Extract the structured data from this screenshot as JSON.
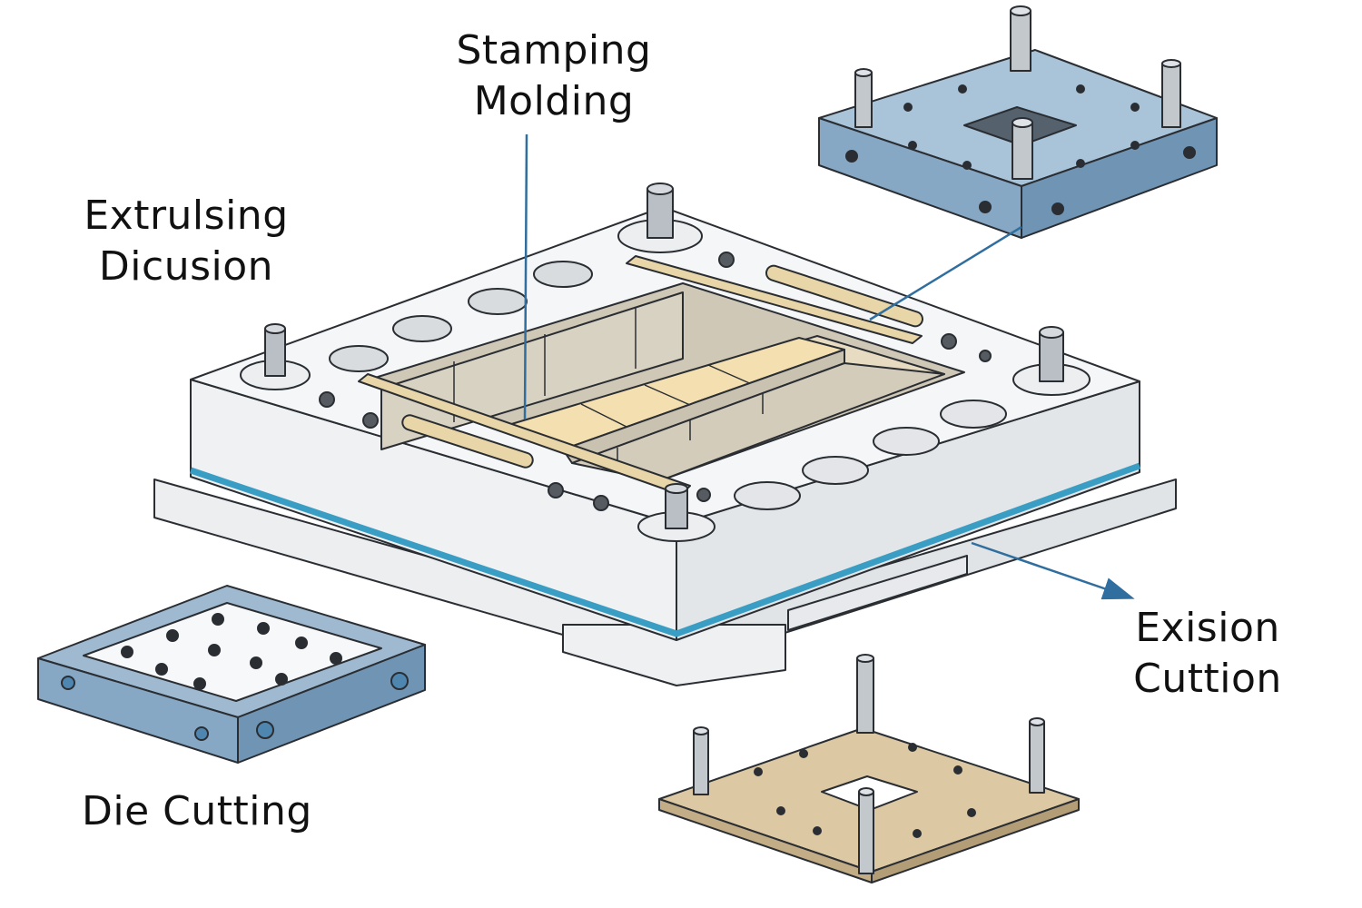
{
  "labels": {
    "stamping": {
      "line1": "Stamping",
      "line2": "Molding"
    },
    "extrusion": {
      "line1": "Extrulsing",
      "line2": "Dicusion"
    },
    "excision": {
      "line1": "Exision",
      "line2": "Cuttion"
    },
    "die_cutting": {
      "line1": "Die Cutting"
    }
  },
  "colors": {
    "outline": "#2a2e33",
    "block_top": "#f4f5f6",
    "block_side": "#e6e8ea",
    "block_front": "#dfe2e5",
    "accent_stripe": "#3a9ec4",
    "blue_plate_top": "#a9c3d8",
    "blue_plate_side": "#6f94b4",
    "tan_plate": "#dcc9a4",
    "strip": "#e9d6a8",
    "cavity": "#d9d3c4",
    "leader_line": "#2f6e9e"
  },
  "icons": [
    "guide-pin-icon",
    "screw-hole-icon",
    "arrow-head-icon"
  ]
}
